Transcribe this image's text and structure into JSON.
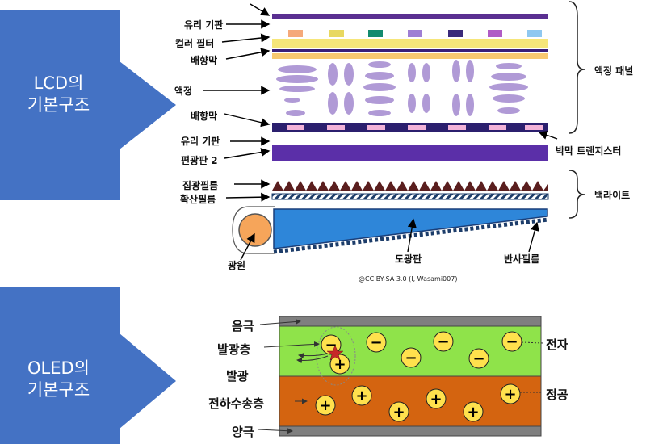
{
  "colors": {
    "arrow": "#4472c4",
    "panel_bar": "#5a2f91",
    "polarizer": "#3a1e78",
    "lightguide": "#2e86d9",
    "light_source": "#f6a55a",
    "oled_cathode": "#7f7f7f",
    "oled_emitting": "#8fe34a",
    "oled_transport": "#d46410",
    "charge": "#ffe14d"
  },
  "lcd": {
    "arrow_line1": "LCD의",
    "arrow_line2": "기본구조",
    "labels": {
      "glass_top": "유리 기판",
      "color_filter": "컬러 필터",
      "align_top": "배향막",
      "liquid_crystal": "액정",
      "align_bottom": "배향막",
      "glass_bottom": "유리 기판",
      "polarizer2": "편광판 2",
      "prism_film": "집광필름",
      "diffuser_film": "확산필름",
      "light_source": "광원",
      "light_guide": "도광판",
      "reflector_film": "반사필름",
      "lc_panel": "액정 패널",
      "tft": "박막 트랜지스터",
      "backlight": "백라이트"
    },
    "credit": "@CC BY-SA 3.0 (I, Wasami007)",
    "color_filter_colors": [
      "#f5a97a",
      "#e8d860",
      "#138a6e",
      "#9f7fd4",
      "#3a2a7a",
      "#b05cc5",
      "#8fc8f0"
    ]
  },
  "oled": {
    "arrow_line1": "OLED의",
    "arrow_line2": "기본구조",
    "labels": {
      "cathode": "음극",
      "emissive_layer": "발광층",
      "emission": "발광",
      "transport_layer": "전하수송층",
      "anode": "양극",
      "electron": "전자",
      "hole": "정공"
    },
    "electron_symbol": "−",
    "hole_symbol": "+"
  }
}
